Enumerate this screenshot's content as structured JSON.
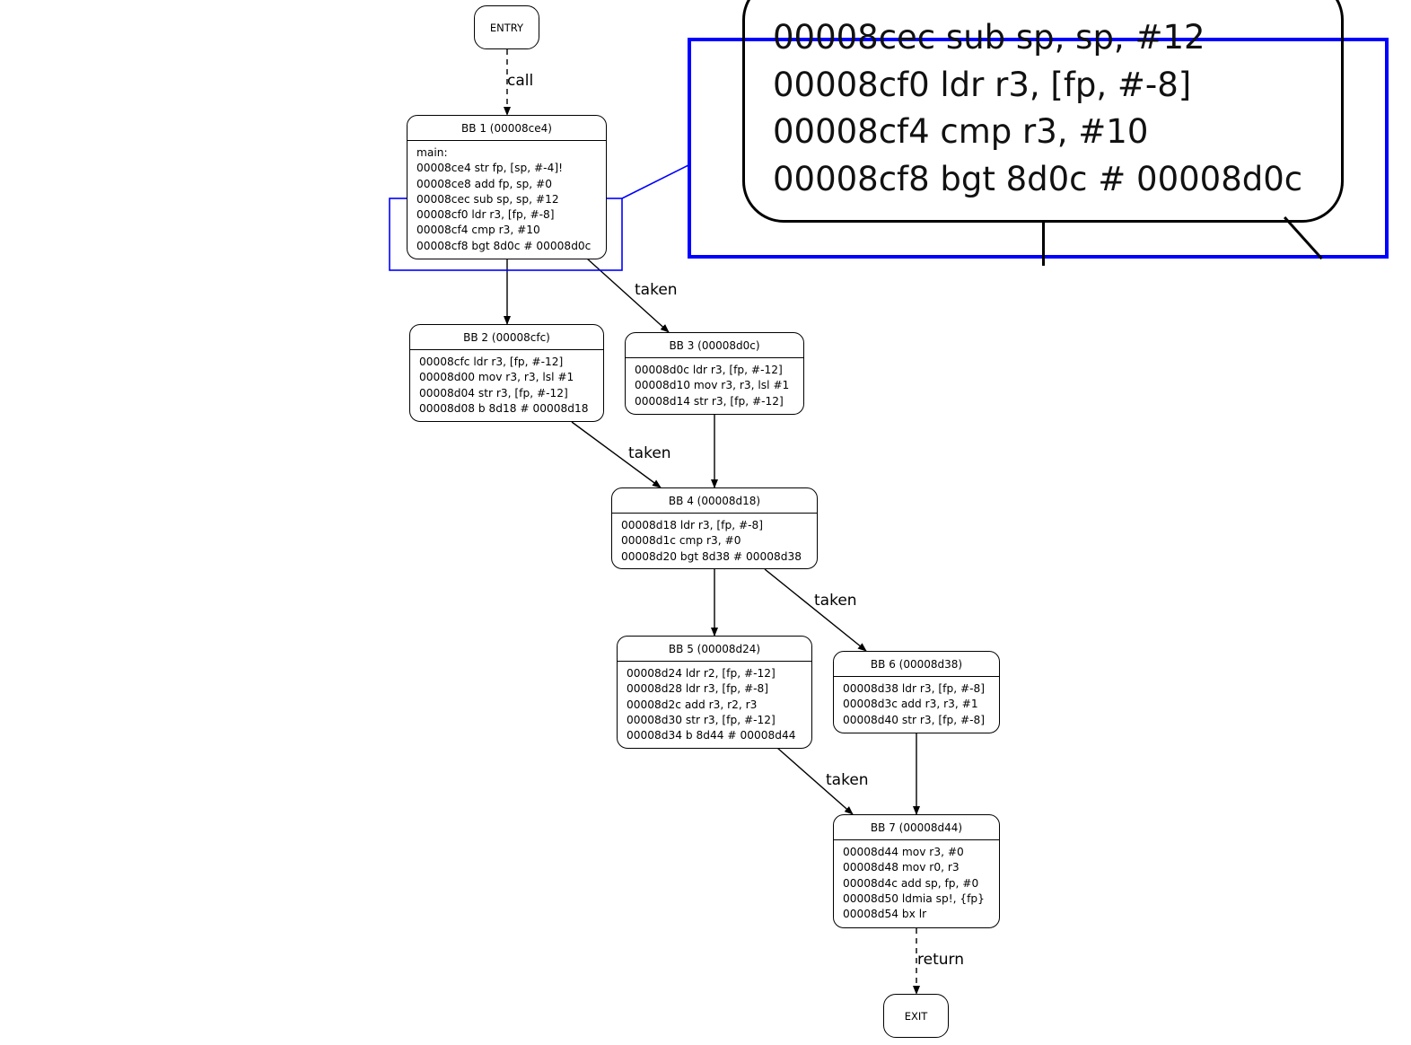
{
  "entry": {
    "label": "ENTRY"
  },
  "exit": {
    "label": "EXIT"
  },
  "blocks": [
    {
      "title": "BB 1 (00008ce4)",
      "lines": [
        "main:",
        "00008ce4 str fp, [sp, #-4]!",
        "00008ce8 add fp, sp, #0",
        "00008cec sub sp, sp, #12",
        "00008cf0 ldr r3, [fp, #-8]",
        "00008cf4 cmp r3, #10",
        "00008cf8 bgt 8d0c # 00008d0c"
      ]
    },
    {
      "title": "BB 2 (00008cfc)",
      "lines": [
        "00008cfc ldr r3, [fp, #-12]",
        "00008d00 mov r3, r3, lsl #1",
        "00008d04 str r3, [fp, #-12]",
        "00008d08 b 8d18 # 00008d18"
      ]
    },
    {
      "title": "BB 3 (00008d0c)",
      "lines": [
        "00008d0c ldr r3, [fp, #-12]",
        "00008d10 mov r3, r3, lsl #1",
        "00008d14 str r3, [fp, #-12]"
      ]
    },
    {
      "title": "BB 4 (00008d18)",
      "lines": [
        "00008d18 ldr r3, [fp, #-8]",
        "00008d1c cmp r3, #0",
        "00008d20 bgt 8d38 # 00008d38"
      ]
    },
    {
      "title": "BB 5 (00008d24)",
      "lines": [
        "00008d24 ldr r2, [fp, #-12]",
        "00008d28 ldr r3, [fp, #-8]",
        "00008d2c add r3, r2, r3",
        "00008d30 str r3, [fp, #-12]",
        "00008d34 b 8d44 # 00008d44"
      ]
    },
    {
      "title": "BB 6 (00008d38)",
      "lines": [
        "00008d38 ldr r3, [fp, #-8]",
        "00008d3c add r3, r3, #1",
        "00008d40 str r3, [fp, #-8]"
      ]
    },
    {
      "title": "BB 7 (00008d44)",
      "lines": [
        "00008d44 mov r3, #0",
        "00008d48 mov r0, r3",
        "00008d4c add sp, fp, #0",
        "00008d50 ldmia sp!, {fp}",
        "00008d54 bx lr"
      ]
    }
  ],
  "edge_labels": {
    "call": "call",
    "taken": "taken",
    "return": "return"
  },
  "zoom": {
    "lines": [
      "00008cec sub sp, sp, #12",
      "00008cf0 ldr r3, [fp, #-8]",
      "00008cf4 cmp r3, #10",
      "00008cf8 bgt 8d0c # 00008d0c"
    ]
  },
  "colors": {
    "zoom_frame": "#0000ff",
    "stroke": "#000000"
  }
}
